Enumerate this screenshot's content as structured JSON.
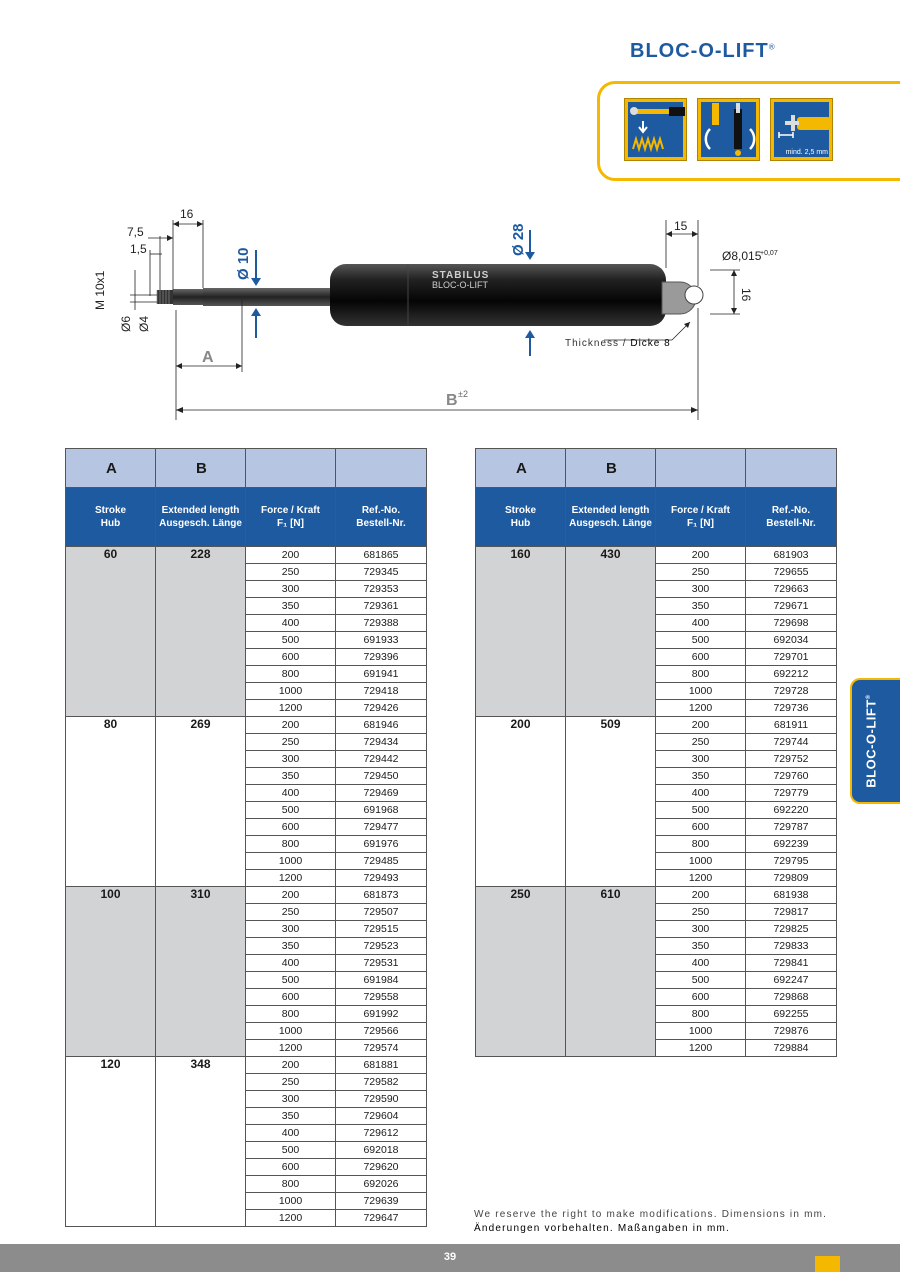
{
  "brand": {
    "logo": "BLOC-O-LIFT",
    "registered": "®",
    "side_tab": "BLOC-O-LIFT",
    "side_registered": "®"
  },
  "icons": [
    {
      "name": "spring-compression-icon"
    },
    {
      "name": "rotation-mounting-icon"
    },
    {
      "name": "min-distance-icon",
      "label": "mind. 2,5 mm"
    }
  ],
  "drawing": {
    "dim_16_top": "16",
    "dim_7_5": "7,5",
    "dim_1_5": "1,5",
    "thread": "M 10x1",
    "dia_6": "Ø6",
    "dia_4": "Ø4",
    "rod_dia": "Ø 10",
    "tube_dia": "Ø 28",
    "dim_15": "15",
    "eye_dia": "Ø8,015",
    "eye_tol": "+0,07",
    "dim_16_side": "16",
    "label_a": "A",
    "label_b": "B",
    "label_b_tol": "±2",
    "tube_text_1": "STABILUS",
    "tube_text_2": "BLOC-O-LIFT",
    "thickness_en": "Thickness /",
    "thickness_de": "Dicke 8"
  },
  "table_headers": {
    "a": "A",
    "b": "B",
    "stroke_en": "Stroke",
    "stroke_de": "Hub",
    "ext_en": "Extended length",
    "ext_de": "Ausgesch. Länge",
    "force_en": "Force / Kraft",
    "force_de": "F₁ [N]",
    "ref_en": "Ref.-No.",
    "ref_de": "Bestell-Nr."
  },
  "tables": [
    {
      "groups": [
        {
          "stroke": "60",
          "length": "228",
          "rows": [
            [
              "200",
              "681865"
            ],
            [
              "250",
              "729345"
            ],
            [
              "300",
              "729353"
            ],
            [
              "350",
              "729361"
            ],
            [
              "400",
              "729388"
            ],
            [
              "500",
              "691933"
            ],
            [
              "600",
              "729396"
            ],
            [
              "800",
              "691941"
            ],
            [
              "1000",
              "729418"
            ],
            [
              "1200",
              "729426"
            ]
          ]
        },
        {
          "stroke": "80",
          "length": "269",
          "rows": [
            [
              "200",
              "681946"
            ],
            [
              "250",
              "729434"
            ],
            [
              "300",
              "729442"
            ],
            [
              "350",
              "729450"
            ],
            [
              "400",
              "729469"
            ],
            [
              "500",
              "691968"
            ],
            [
              "600",
              "729477"
            ],
            [
              "800",
              "691976"
            ],
            [
              "1000",
              "729485"
            ],
            [
              "1200",
              "729493"
            ]
          ]
        },
        {
          "stroke": "100",
          "length": "310",
          "rows": [
            [
              "200",
              "681873"
            ],
            [
              "250",
              "729507"
            ],
            [
              "300",
              "729515"
            ],
            [
              "350",
              "729523"
            ],
            [
              "400",
              "729531"
            ],
            [
              "500",
              "691984"
            ],
            [
              "600",
              "729558"
            ],
            [
              "800",
              "691992"
            ],
            [
              "1000",
              "729566"
            ],
            [
              "1200",
              "729574"
            ]
          ]
        },
        {
          "stroke": "120",
          "length": "348",
          "rows": [
            [
              "200",
              "681881"
            ],
            [
              "250",
              "729582"
            ],
            [
              "300",
              "729590"
            ],
            [
              "350",
              "729604"
            ],
            [
              "400",
              "729612"
            ],
            [
              "500",
              "692018"
            ],
            [
              "600",
              "729620"
            ],
            [
              "800",
              "692026"
            ],
            [
              "1000",
              "729639"
            ],
            [
              "1200",
              "729647"
            ]
          ]
        }
      ]
    },
    {
      "groups": [
        {
          "stroke": "160",
          "length": "430",
          "rows": [
            [
              "200",
              "681903"
            ],
            [
              "250",
              "729655"
            ],
            [
              "300",
              "729663"
            ],
            [
              "350",
              "729671"
            ],
            [
              "400",
              "729698"
            ],
            [
              "500",
              "692034"
            ],
            [
              "600",
              "729701"
            ],
            [
              "800",
              "692212"
            ],
            [
              "1000",
              "729728"
            ],
            [
              "1200",
              "729736"
            ]
          ]
        },
        {
          "stroke": "200",
          "length": "509",
          "rows": [
            [
              "200",
              "681911"
            ],
            [
              "250",
              "729744"
            ],
            [
              "300",
              "729752"
            ],
            [
              "350",
              "729760"
            ],
            [
              "400",
              "729779"
            ],
            [
              "500",
              "692220"
            ],
            [
              "600",
              "729787"
            ],
            [
              "800",
              "692239"
            ],
            [
              "1000",
              "729795"
            ],
            [
              "1200",
              "729809"
            ]
          ]
        },
        {
          "stroke": "250",
          "length": "610",
          "rows": [
            [
              "200",
              "681938"
            ],
            [
              "250",
              "729817"
            ],
            [
              "300",
              "729825"
            ],
            [
              "350",
              "729833"
            ],
            [
              "400",
              "729841"
            ],
            [
              "500",
              "692247"
            ],
            [
              "600",
              "729868"
            ],
            [
              "800",
              "692255"
            ],
            [
              "1000",
              "729876"
            ],
            [
              "1200",
              "729884"
            ]
          ]
        }
      ]
    }
  ],
  "footnote": {
    "en": "We reserve the right to make modifications. Dimensions in mm.",
    "de": "Änderungen vorbehalten. Maßangaben in mm."
  },
  "page_number": "39",
  "colors": {
    "blue": "#1e5aa0",
    "yellow": "#f5b800",
    "light_blue": "#b6c5e2",
    "gray": "#d2d3d4",
    "footer": "#8c8c8c"
  }
}
